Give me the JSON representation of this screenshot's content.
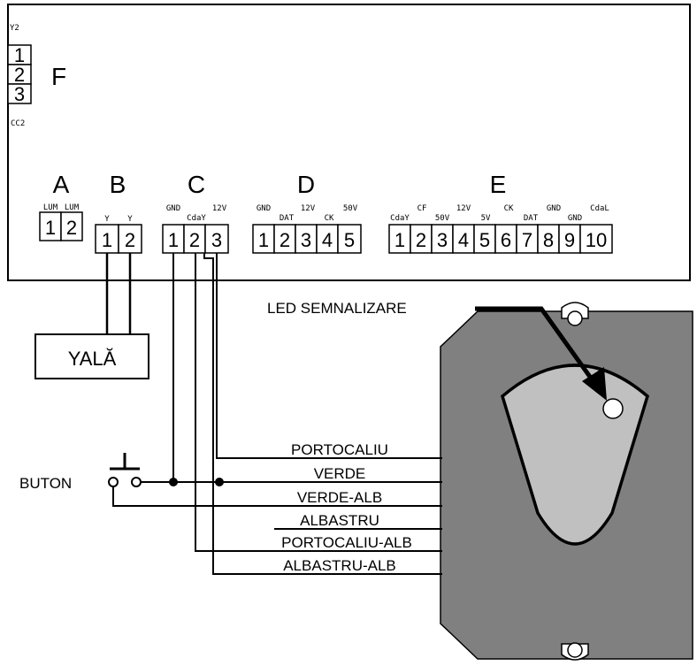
{
  "block_f": {
    "label": "F",
    "top_tag": "Y2",
    "bottom_tag": "CC2",
    "terminals": [
      "1",
      "2",
      "3"
    ]
  },
  "block_a": {
    "label": "A",
    "pins": [
      "LUM",
      "LUM"
    ],
    "terminals": [
      "1",
      "2"
    ]
  },
  "block_b": {
    "label": "B",
    "pins": [
      "Y",
      "Y"
    ],
    "terminals": [
      "1",
      "2"
    ]
  },
  "block_c": {
    "label": "C",
    "pins": [
      "GND",
      "CdaY",
      "12V"
    ],
    "terminals": [
      "1",
      "2",
      "3"
    ]
  },
  "block_d": {
    "label": "D",
    "pins": [
      "GND",
      "DAT",
      "12V",
      "CK",
      "50V"
    ],
    "terminals": [
      "1",
      "2",
      "3",
      "4",
      "5"
    ]
  },
  "block_e": {
    "label": "E",
    "pins": [
      "CdaY",
      "CF",
      "50V",
      "12V",
      "5V",
      "CK",
      "DAT",
      "GND",
      "GND",
      "CdaL"
    ],
    "terminals": [
      "1",
      "2",
      "3",
      "4",
      "5",
      "6",
      "7",
      "8",
      "9",
      "10"
    ]
  },
  "lock": {
    "label": "YALĂ"
  },
  "button": {
    "label": "BUTON"
  },
  "led": {
    "label": "LED SEMNALIZARE"
  },
  "wires": [
    "PORTOCALIU",
    "VERDE",
    "VERDE-ALB",
    "ALBASTRU",
    "PORTOCALIU-ALB",
    "ALBASTRU-ALB"
  ],
  "colors": {
    "device_body": "#808080",
    "device_window": "#c0c0c0",
    "line": "#000000"
  }
}
